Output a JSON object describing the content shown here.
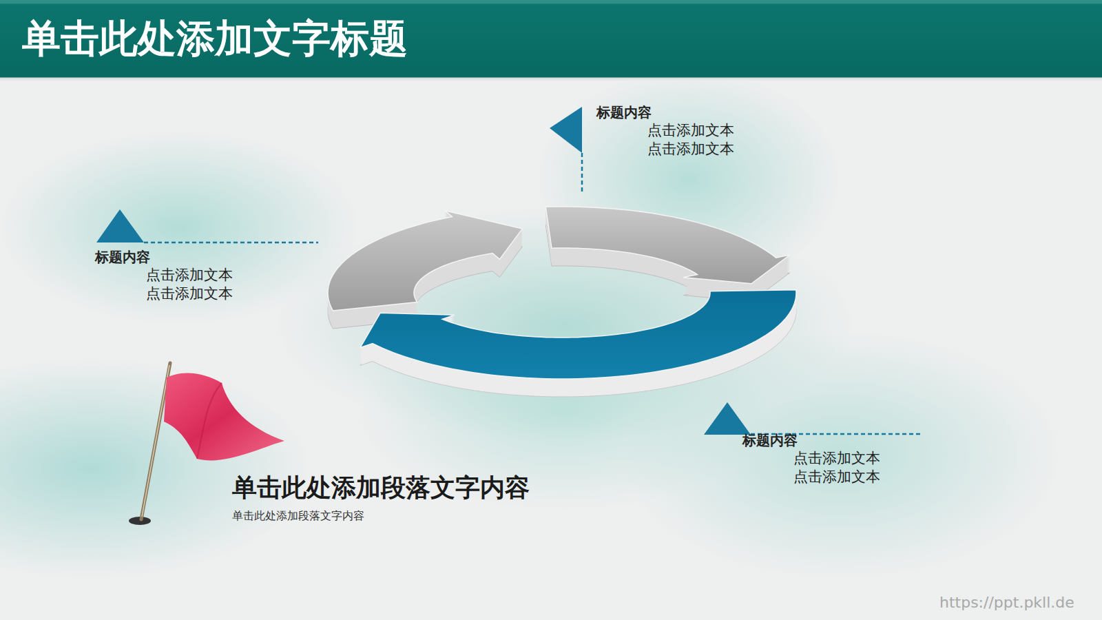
{
  "diagram": {
    "title": "单击此处添加文字标题",
    "nodes": [
      {
        "text": [
          "标题内容",
          "点击添加文本 点击添加文本"
        ]
      },
      {
        "text": [
          "标题内容",
          "点击添加文本 点击添加文本"
        ]
      },
      {
        "text": [
          "标题内容",
          "点击添加文本 点击添加文本"
        ]
      }
    ],
    "labels": [
      "单击此处添加段落文字内容",
      "单击此处添加段落文字内容",
      "https://ppt.pkll.de"
    ]
  }
}
